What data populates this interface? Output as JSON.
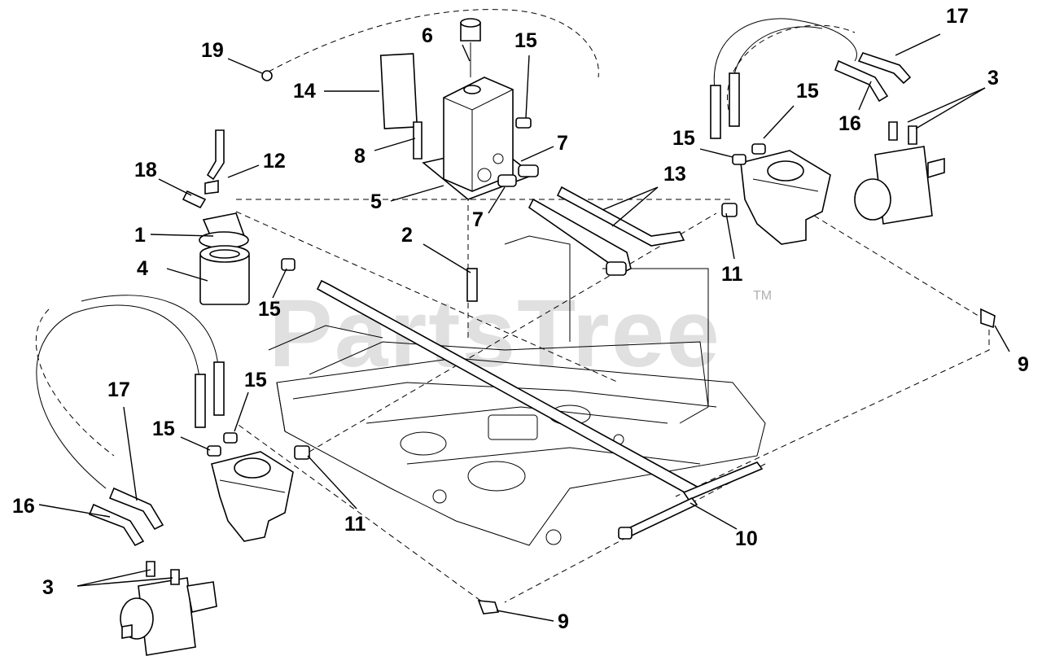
{
  "watermark": {
    "text": "PartsTree",
    "trademark": "TM"
  },
  "callouts": [
    {
      "id": "c19",
      "label": "19"
    },
    {
      "id": "c14",
      "label": "14"
    },
    {
      "id": "c6",
      "label": "6"
    },
    {
      "id": "c15a",
      "label": "15"
    },
    {
      "id": "c17a",
      "label": "17"
    },
    {
      "id": "c3a",
      "label": "3"
    },
    {
      "id": "c15b",
      "label": "15"
    },
    {
      "id": "c16a",
      "label": "16"
    },
    {
      "id": "c15c",
      "label": "15"
    },
    {
      "id": "c18",
      "label": "18"
    },
    {
      "id": "c12",
      "label": "12"
    },
    {
      "id": "c8",
      "label": "8"
    },
    {
      "id": "c7a",
      "label": "7"
    },
    {
      "id": "c13",
      "label": "13"
    },
    {
      "id": "c5",
      "label": "5"
    },
    {
      "id": "c7b",
      "label": "7"
    },
    {
      "id": "c1",
      "label": "1"
    },
    {
      "id": "c2",
      "label": "2"
    },
    {
      "id": "c11a",
      "label": "11"
    },
    {
      "id": "c4",
      "label": "4"
    },
    {
      "id": "c15d",
      "label": "15"
    },
    {
      "id": "c9a",
      "label": "9"
    },
    {
      "id": "c17b",
      "label": "17"
    },
    {
      "id": "c15e",
      "label": "15"
    },
    {
      "id": "c15f",
      "label": "15"
    },
    {
      "id": "c11b",
      "label": "11"
    },
    {
      "id": "c10",
      "label": "10"
    },
    {
      "id": "c16b",
      "label": "16"
    },
    {
      "id": "c3b",
      "label": "3"
    },
    {
      "id": "c9b",
      "label": "9"
    }
  ]
}
